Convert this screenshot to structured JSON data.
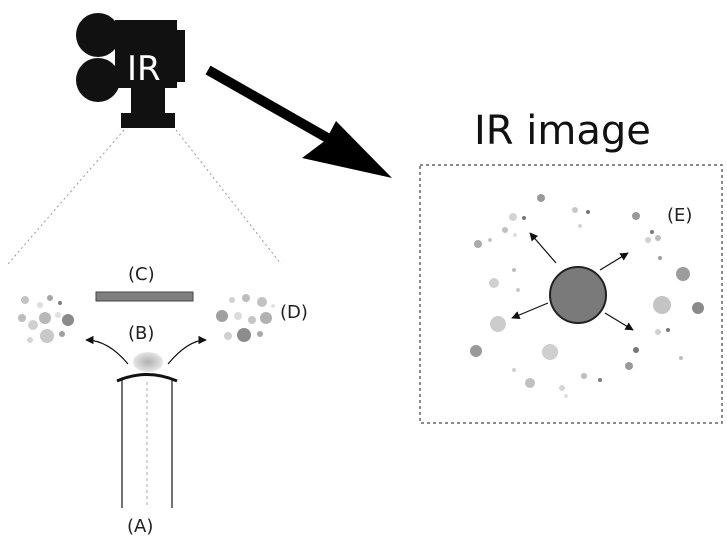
{
  "camera": {
    "label": "IR",
    "icon": "ir-camera-icon"
  },
  "image_panel": {
    "title": "IR image"
  },
  "labels": {
    "a": "(A)",
    "b": "(B)",
    "c": "(C)",
    "d": "(D)",
    "e": "(E)"
  },
  "colors": {
    "ink": "#111111",
    "particle_light": "#bdbdbd",
    "particle_mid": "#9a9a9a",
    "particle_dark": "#6e6e6e",
    "hotspot": "#7a7a7a",
    "plate": "#7f7f7f"
  }
}
